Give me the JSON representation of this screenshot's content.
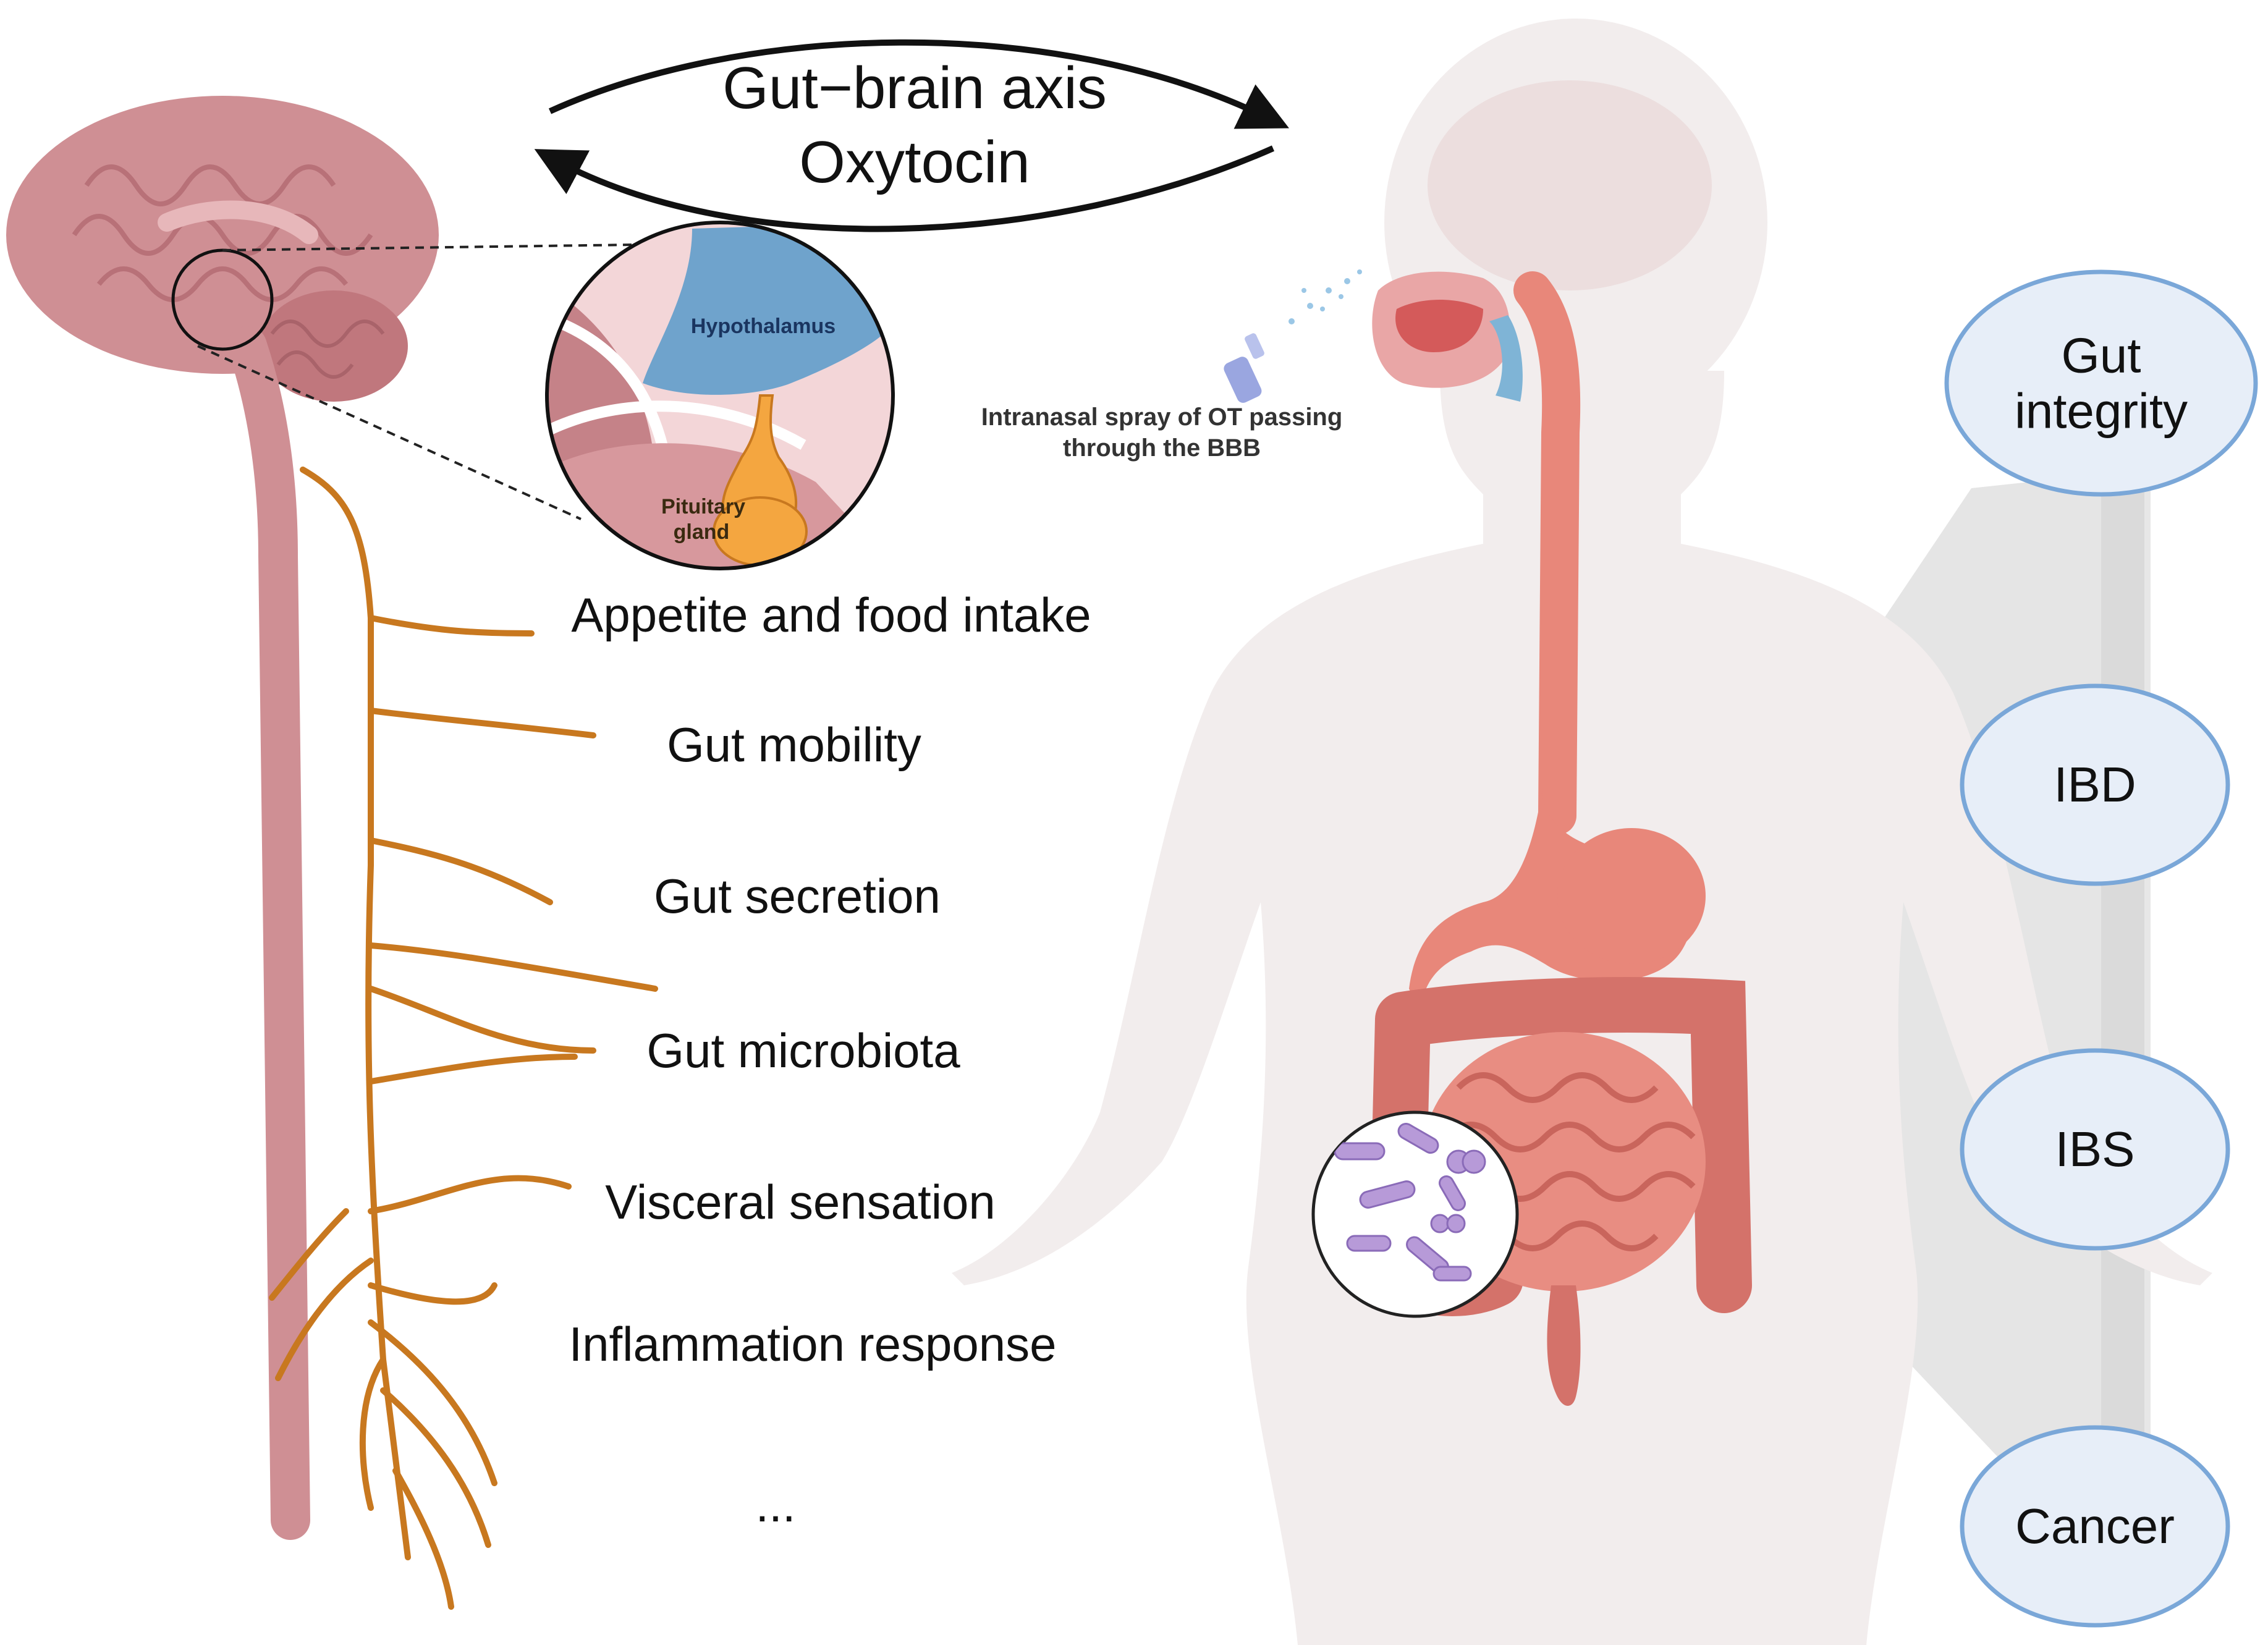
{
  "title": {
    "line1": "Gut−brain axis",
    "line2": "Oxytocin"
  },
  "inset": {
    "hypothalamus": "Hypothalamus",
    "pituitary": "Pituitary gland"
  },
  "spray_label": "Intranasal spray of OT passing through the BBB",
  "functions": [
    "Appetite and food intake",
    "Gut mobility",
    "Gut secretion",
    "Gut microbiota",
    "Visceral sensation",
    "Inflammation  response",
    "..."
  ],
  "conditions": [
    "Gut integrity",
    "IBD",
    "IBS",
    "Cancer"
  ],
  "colors": {
    "brain": "#cf8f94",
    "nerve": "#c8781f",
    "gut": "#e8877a",
    "body": "#f2eeee",
    "hypothalamus": "#6fa3cc",
    "pituitary": "#f4a640",
    "oval_fill": "#e7eef8",
    "oval_stroke": "#7aa7d8",
    "bacteria": "#b79ad8"
  }
}
